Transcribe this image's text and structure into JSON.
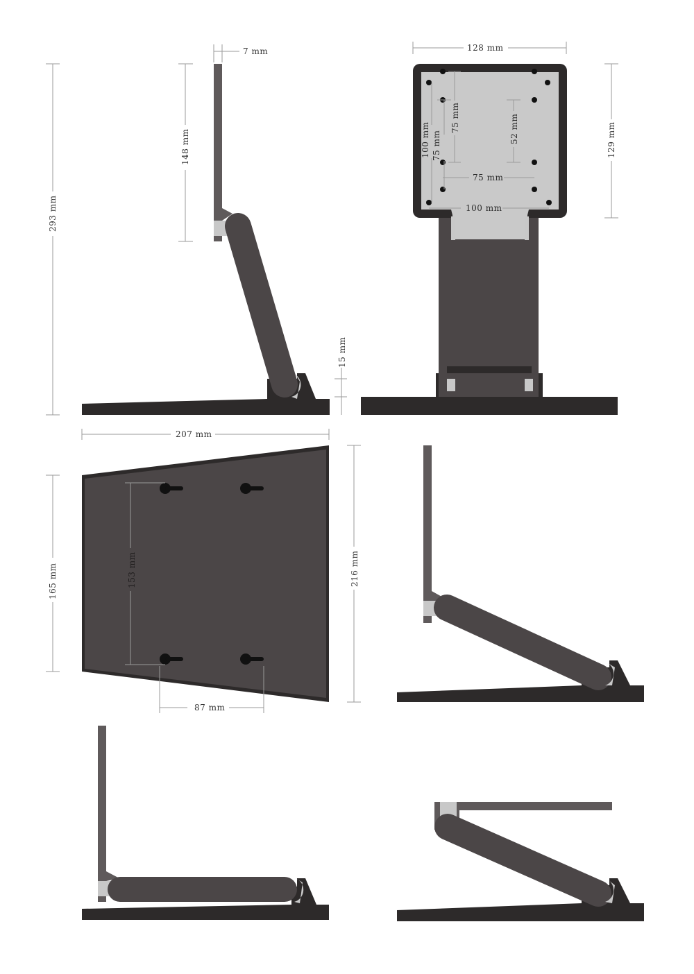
{
  "colors": {
    "base": "#2d2a2a",
    "body": "#4b4647",
    "panel": "#5f5a5b",
    "plate": "#c9c9c9",
    "dimension_line": "#9a9a9a",
    "text": "#333333"
  },
  "views": {
    "side": {
      "dim_thickness": "7 mm",
      "dim_panel_height": "148 mm",
      "dim_total_height": "293 mm",
      "dim_hinge_height": "15 mm"
    },
    "front": {
      "dim_width": "128 mm",
      "dim_height": "129 mm",
      "dim_vesa_100_vertical": "100 mm",
      "dim_vesa_75_vertical_left": "75 mm",
      "dim_vesa_75_vertical_inner": "75 mm",
      "dim_52": "52 mm",
      "dim_vesa_75_horizontal": "75 mm",
      "dim_vesa_100_horizontal": "100 mm"
    },
    "base_top": {
      "dim_depth": "207 mm",
      "dim_back_width": "165 mm",
      "dim_hole_spacing_vertical": "153 mm",
      "dim_front_width": "216 mm",
      "dim_hole_spacing_horizontal": "87 mm"
    },
    "positions": [
      "side-tilt-low",
      "side-flat",
      "side-folded"
    ]
  }
}
